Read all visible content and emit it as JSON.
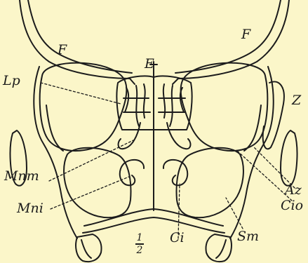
{
  "labels": {
    "F_left": "F",
    "F_right": "F",
    "E": "E",
    "Lp": "Lp",
    "Z": "Z",
    "Mnm": "Mnm",
    "Mni": "Mni",
    "Ci": "Ci",
    "Az": "Az",
    "Cio": "Cio",
    "Sm": "Sm",
    "frac_num": "1",
    "frac_den": "2"
  },
  "colors": {
    "paper": "#fbf6c9",
    "ink": "#1c1c1c"
  }
}
